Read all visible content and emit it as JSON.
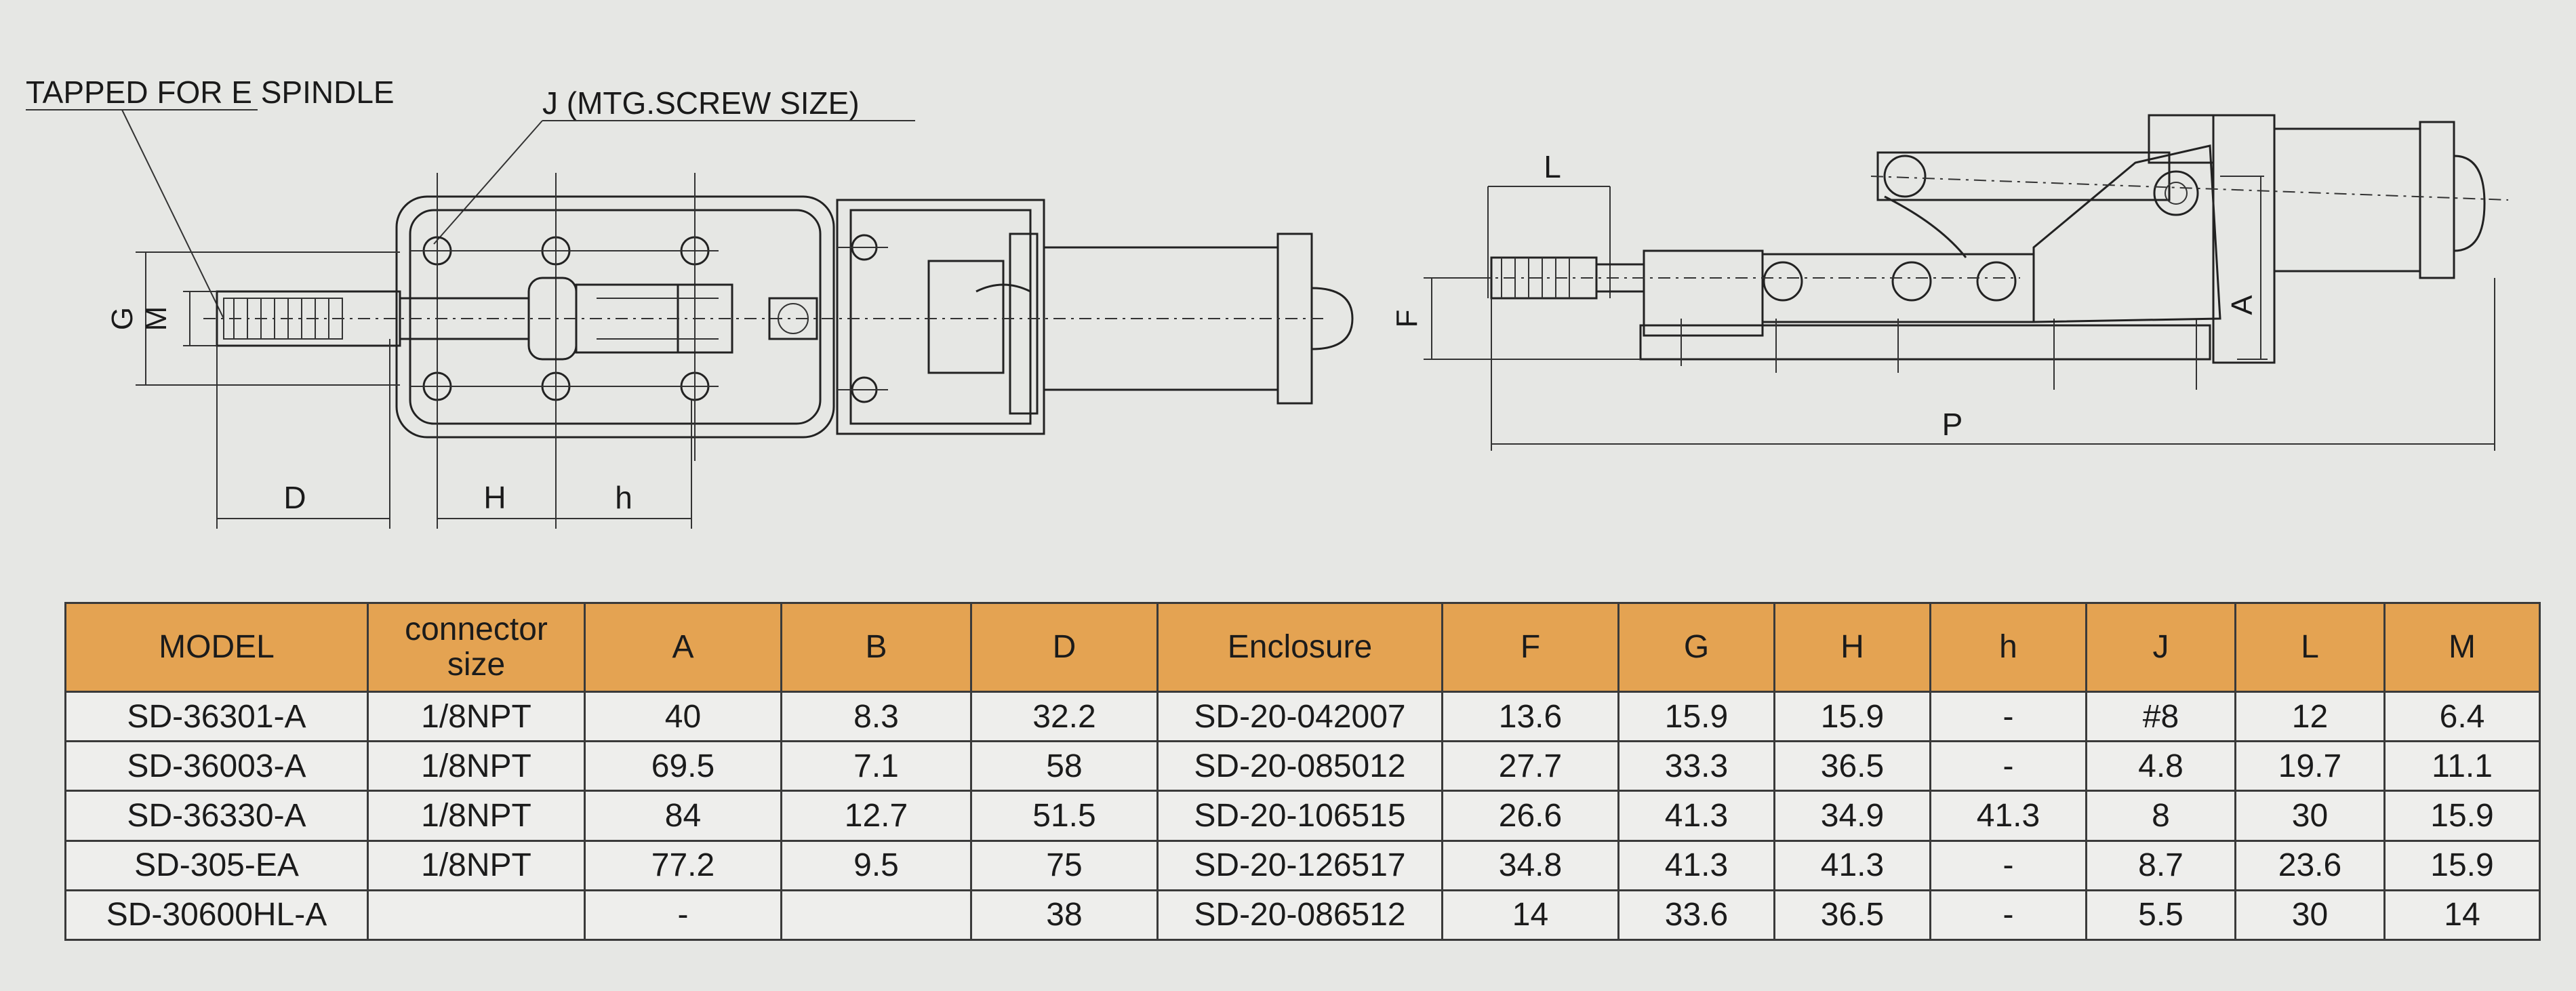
{
  "drawing": {
    "callout_spindle": "TAPPED FOR E SPINDLE",
    "callout_screw": "J (MTG.SCREW SIZE)",
    "dim_G": "G",
    "dim_M": "M",
    "dim_D": "D",
    "dim_H": "H",
    "dim_h": "h",
    "dim_L": "L",
    "dim_F": "F",
    "dim_A": "A",
    "dim_P": "P"
  },
  "table": {
    "headers": [
      "MODEL",
      "connector size",
      "A",
      "B",
      "D",
      "Enclosure",
      "F",
      "G",
      "H",
      "h",
      "J",
      "L",
      "M"
    ],
    "rows": [
      [
        "SD-36301-A",
        "1/8NPT",
        "40",
        "8.3",
        "32.2",
        "SD-20-042007",
        "13.6",
        "15.9",
        "15.9",
        "-",
        "#8",
        "12",
        "6.4"
      ],
      [
        "SD-36003-A",
        "1/8NPT",
        "69.5",
        "7.1",
        "58",
        "SD-20-085012",
        "27.7",
        "33.3",
        "36.5",
        "-",
        "4.8",
        "19.7",
        "11.1"
      ],
      [
        "SD-36330-A",
        "1/8NPT",
        "84",
        "12.7",
        "51.5",
        "SD-20-106515",
        "26.6",
        "41.3",
        "34.9",
        "41.3",
        "8",
        "30",
        "15.9"
      ],
      [
        "SD-305-EA",
        "1/8NPT",
        "77.2",
        "9.5",
        "75",
        "SD-20-126517",
        "34.8",
        "41.3",
        "41.3",
        "-",
        "8.7",
        "23.6",
        "15.9"
      ],
      [
        "SD-30600HL-A",
        "",
        "-",
        "",
        "38",
        "SD-20-086512",
        "14",
        "33.6",
        "36.5",
        "-",
        "5.5",
        "30",
        "14"
      ]
    ]
  },
  "colors": {
    "header_fill": "#e4a352",
    "paper": "#e6e7e4",
    "line": "#222222"
  }
}
